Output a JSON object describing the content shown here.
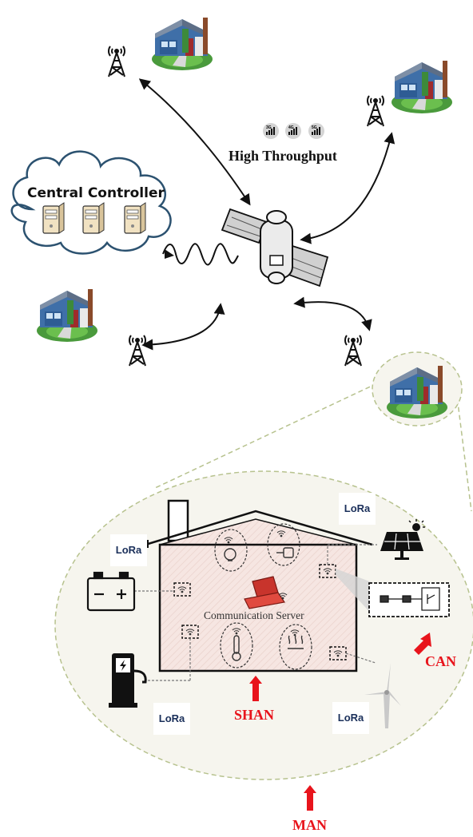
{
  "labels": {
    "high_throughput": "High Throughput",
    "central_controller": "Central Controller",
    "communication_server": "Communication Server",
    "shan": "SHAN",
    "can": "CAN",
    "man": "MAN",
    "lora": "LoRa"
  },
  "signal_badges": [
    "3G",
    "4G",
    "5G"
  ],
  "colors": {
    "arrow_red": "#e8141c",
    "house_fill": "#f5e4e0",
    "man_area_fill": "#f6f5ee",
    "zone_dash": "#b7c28e"
  }
}
